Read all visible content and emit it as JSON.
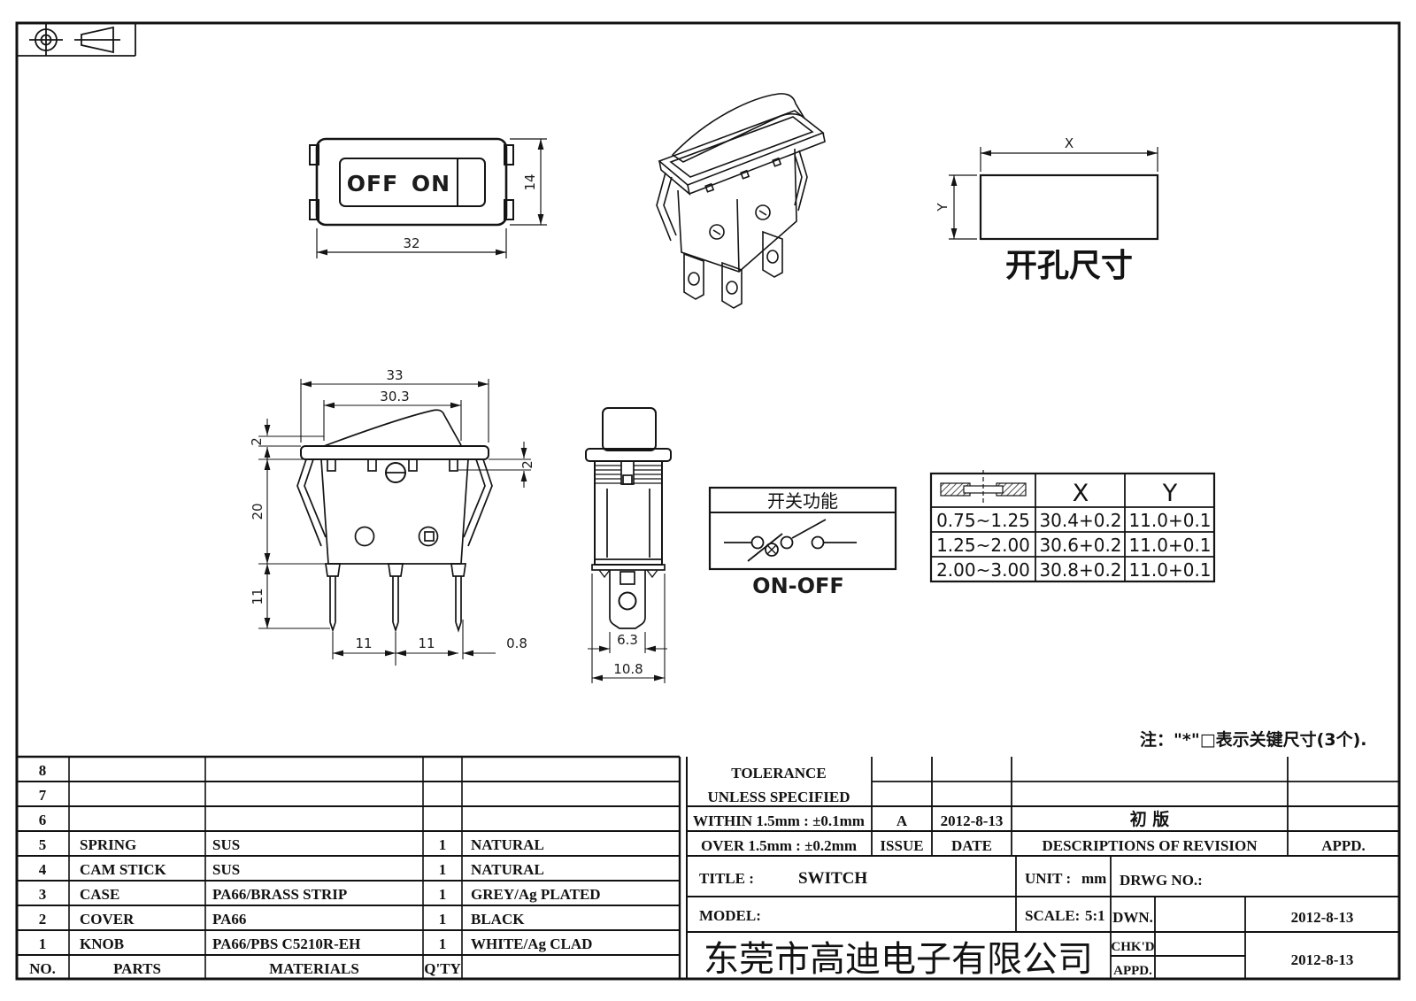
{
  "front_view": {
    "off": "OFF",
    "on": "ON",
    "width": "32",
    "height": "14"
  },
  "cutout_view": {
    "x": "X",
    "y": "Y",
    "caption": "开孔尺寸"
  },
  "side_view": {
    "w_outer": "33",
    "w_rocker": "30.3",
    "lip": "2",
    "gap": "2",
    "body_h": "20",
    "pin_len": "11",
    "pitch1": "11",
    "pitch2": "11",
    "pin_t": "0.8"
  },
  "end_view": {
    "tab_w": "6.3",
    "body_w": "10.8"
  },
  "function_box": {
    "title": "开关功能",
    "mode": "ON-OFF"
  },
  "xy_table": {
    "col_x": "X",
    "col_y": "Y",
    "rows": [
      [
        "0.75~1.25",
        "30.4+0.2",
        "11.0+0.1"
      ],
      [
        "1.25~2.00",
        "30.6+0.2",
        "11.0+0.1"
      ],
      [
        "2.00~3.00",
        "30.8+0.2",
        "11.0+0.1"
      ]
    ]
  },
  "note": "注：\"*\"□表示关键尺寸(3个).",
  "parts_table": {
    "header": {
      "no": "NO.",
      "parts": "PARTS",
      "materials": "MATERIALS",
      "qty": "Q'TY"
    },
    "rows": [
      {
        "no": "8",
        "part": "",
        "material": "",
        "qty": "",
        "finish": ""
      },
      {
        "no": "7",
        "part": "",
        "material": "",
        "qty": "",
        "finish": ""
      },
      {
        "no": "6",
        "part": "",
        "material": "",
        "qty": "",
        "finish": ""
      },
      {
        "no": "5",
        "part": "SPRING",
        "material": "SUS",
        "qty": "1",
        "finish": "NATURAL"
      },
      {
        "no": "4",
        "part": "CAM STICK",
        "material": "SUS",
        "qty": "1",
        "finish": "NATURAL"
      },
      {
        "no": "3",
        "part": "CASE",
        "material": "PA66/BRASS STRIP",
        "qty": "1",
        "finish": "GREY/Ag PLATED"
      },
      {
        "no": "2",
        "part": "COVER",
        "material": "PA66",
        "qty": "1",
        "finish": "BLACK"
      },
      {
        "no": "1",
        "part": "KNOB",
        "material": "PA66/PBS C5210R-EH",
        "qty": "1",
        "finish": "WHITE/Ag CLAD"
      }
    ]
  },
  "tolerance": {
    "l1": "TOLERANCE",
    "l2": "UNLESS SPECIFIED",
    "within": "WITHIN 1.5mm : ±0.1mm",
    "over": "OVER 1.5mm : ±0.2mm",
    "issue_val": "A",
    "issue": "ISSUE",
    "date_val": "2012-8-13",
    "date": "DATE",
    "rev_val": "初 版",
    "rev": "DESCRIPTIONS OF REVISION",
    "appd": "APPD."
  },
  "title_block": {
    "title_label": "TITLE :",
    "title": "SWITCH",
    "unit_label": "UNIT :",
    "unit": "mm",
    "drwg": "DRWG NO.:",
    "model_label": "MODEL:",
    "scale_label": "SCALE:",
    "scale": "5:1",
    "dwn": "DWN.",
    "dwn_date": "2012-8-13",
    "chkd": "CHK'D",
    "chkd_date": "2012-8-13",
    "appd": "APPD.",
    "company": "东莞市高迪电子有限公司"
  }
}
